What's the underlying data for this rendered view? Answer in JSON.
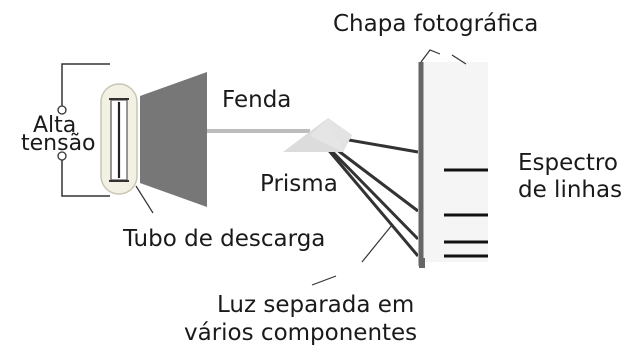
{
  "labels": {
    "plate": "Chapa fotográfica",
    "voltage_line1": "Alta",
    "voltage_line2": "tensão",
    "slit": "Fenda",
    "prism": "Prisma",
    "spectrum_line1": "Espectro",
    "spectrum_line2": "de linhas",
    "tube": "Tubo de descarga",
    "light_line1": "Luz separada em",
    "light_line2": "vários componentes"
  },
  "colors": {
    "stroke": "#222222",
    "screen_fill": "#777777",
    "tube_fill": "#f3f1e3",
    "tube_edge": "#c8c6b4",
    "plate_fill": "#f5f5f5",
    "beam": "#bdbdbd"
  }
}
